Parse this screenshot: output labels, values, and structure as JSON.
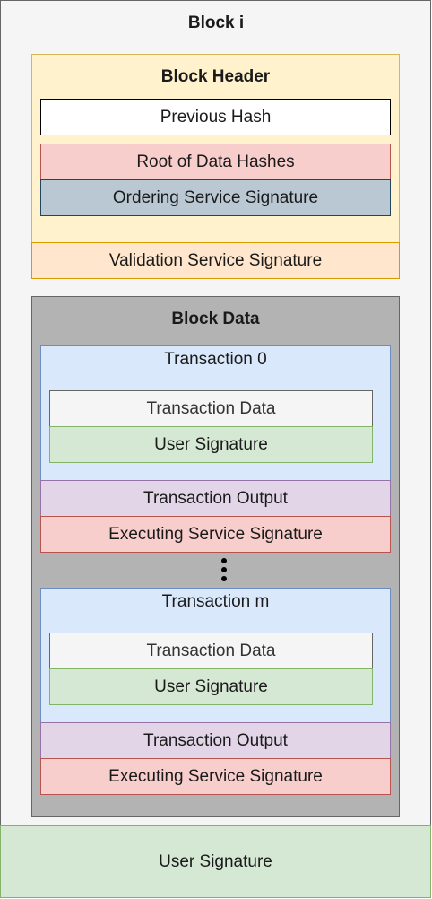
{
  "block_title": "Block i",
  "header": {
    "title": "Block Header",
    "previous_hash": "Previous Hash",
    "root_of_data_hashes": "Root of Data Hashes",
    "ordering_service_signature": "Ordering Service Signature",
    "validation_service_signature": "Validation Service Signature"
  },
  "data": {
    "title": "Block Data",
    "transactions": [
      {
        "title": "Transaction 0",
        "transaction_data": "Transaction Data",
        "user_signature": "User Signature",
        "output": "Transaction Output",
        "executing_signature": "Executing Service Signature"
      },
      {
        "title": "Transaction m",
        "transaction_data": "Transaction Data",
        "user_signature": "User Signature",
        "output": "Transaction Output",
        "executing_signature": "Executing Service Signature"
      }
    ]
  },
  "user_signature": "User Signature",
  "colors": {
    "header_fill": "#fff2cc",
    "root_hash_fill": "#f8cecc",
    "ordering_sig_fill": "#bac8d3",
    "validation_sig_fill": "#ffe6cc",
    "block_data_fill": "#b3b3b3",
    "transaction_fill": "#dae8fc",
    "transaction_output_fill": "#e1d5e7",
    "user_signature_fill": "#d5e8d4"
  }
}
